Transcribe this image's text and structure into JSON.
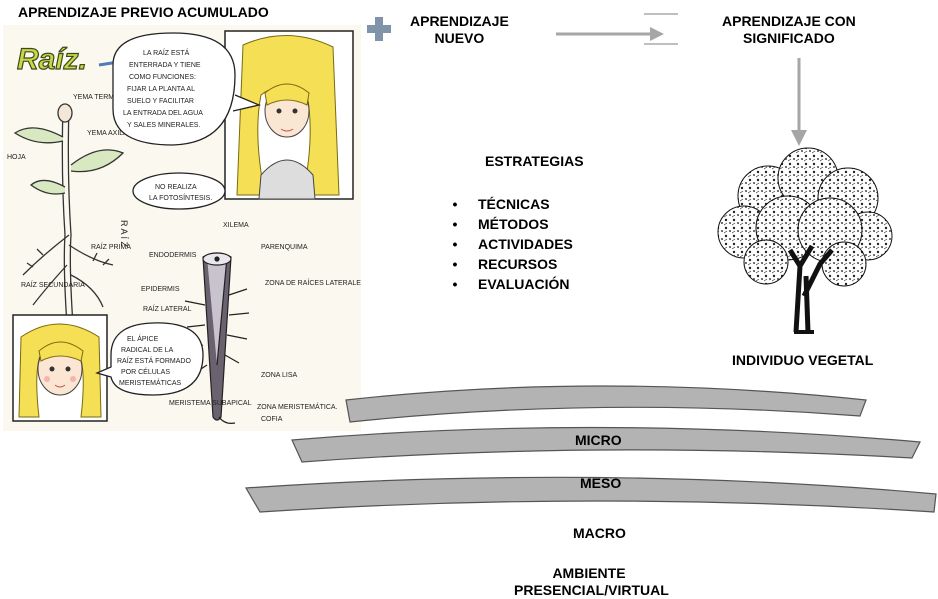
{
  "labels": {
    "previous_learning": "APRENDIZAJE PREVIO ACUMULADO",
    "new_learning_line1": "APRENDIZAJE",
    "new_learning_line2": "NUEVO",
    "meaningful_line1": "APRENDIZAJE CON",
    "meaningful_line2": "SIGNIFICADO",
    "strategies_title": "ESTRATEGIAS",
    "individual": "INDIVIDUO VEGETAL",
    "environment_line1": "AMBIENTE",
    "environment_line2": "PRESENCIAL/VIRTUAL"
  },
  "strategies": [
    {
      "bullet": "•",
      "label": "TÉCNICAS"
    },
    {
      "bullet": "•",
      "label": "MÉTODOS"
    },
    {
      "bullet": "•",
      "label": "ACTIVIDADES"
    },
    {
      "bullet": "•",
      "label": "RECURSOS"
    },
    {
      "bullet": "•",
      "label": "EVALUACIÓN"
    }
  ],
  "levels": [
    "MICRO",
    "MESO",
    "MACRO"
  ],
  "illustration_text": {
    "title": "Raíz.",
    "bubble1": [
      "LA RAÍZ ESTÁ",
      "ENTERRADA Y TIENE",
      "COMO FUNCIONES:",
      "FIJAR LA PLANTA AL",
      "SUELO Y FACILITAR",
      "LA ENTRADA DEL AGUA",
      "Y SALES MINERALES."
    ],
    "bubble2": [
      "NO REALIZA",
      "LA FOTOSÍNTESIS."
    ],
    "bubble3": [
      "EL ÁPICE",
      "RADICAL DE LA",
      "RAÍZ ESTÁ FORMADO",
      "POR CÉLULAS",
      "MERISTEMÁTICAS"
    ],
    "parts": {
      "yema_terminal": "YEMA TERMINAL",
      "yema_axilar": "YEMA AXILAR",
      "hoja": "HOJA",
      "raiz_prima": "RAÍZ PRIMA",
      "raiz_secundaria": "RAÍZ SECUNDARIA",
      "raiz_vertical": "R A Í Z",
      "endodermis": "ENDODERMIS",
      "xilema": "XILEMA",
      "parenquima": "PARENQUIMA",
      "epidermis": "EPIDERMIS",
      "zona_raices": "ZONA DE RAÍCES LATERALES",
      "raiz_lateral": "RAÍZ LATERAL",
      "zona_lisa": "ZONA LISA",
      "meristema": "MERISTEMA SUBAPICAL",
      "zona_meristematica": "ZONA MERISTEMÁTICA.",
      "cofia": "COFIA"
    }
  },
  "colors": {
    "arc_fill": "#b3b3b3",
    "arc_stroke": "#555555",
    "arrow": "#a6a6a6",
    "plus": "#7f94a8"
  }
}
